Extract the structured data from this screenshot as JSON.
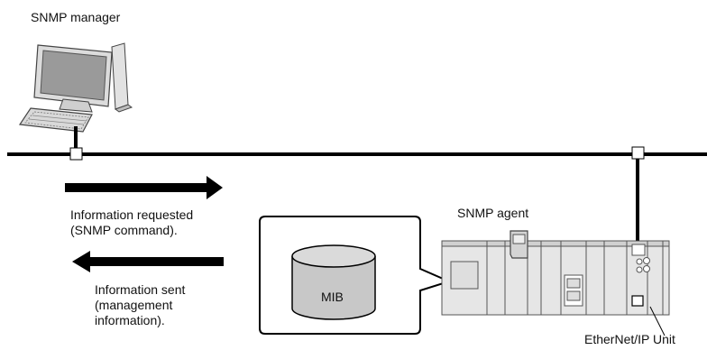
{
  "labels": {
    "manager": "SNMP manager",
    "agent": "SNMP agent",
    "request_line1": "Information requested",
    "request_line2": "(SNMP command).",
    "sent_line1": "Information sent",
    "sent_line2": "(management",
    "sent_line3": "information).",
    "mib": "MIB",
    "unit": "EtherNet/IP Unit"
  },
  "colors": {
    "network_line": "#000000",
    "arrow": "#000000",
    "mib_cylinder": "#c8c8c8",
    "plc_body": "#e6e6e6"
  }
}
